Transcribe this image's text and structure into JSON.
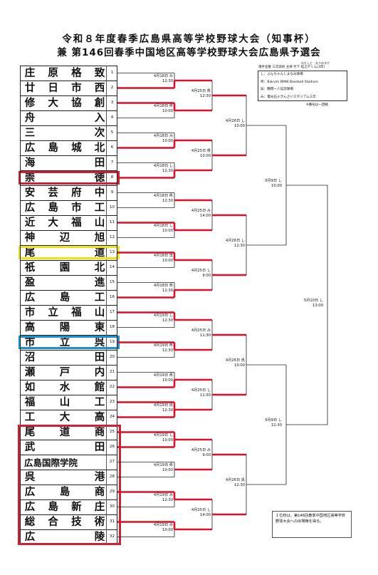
{
  "title_line1": "令和８年度春季広島県高等学校野球大会（知事杯）",
  "title_line2": "兼 第146回春季中国地区高等学校野球大会広島県予選会",
  "ruby": "わたしと　おうのすけ",
  "oath": "選手宣誓 三次高校 主将 竹下 桂之介くん(3年)",
  "legend": [
    "し：ぶんちゃんしまなみ球場",
    "県：Balcom BMW Baseball Stadium",
    "呉：鶴岡一人記念球場",
    "み：電光石火きんさいスタジアム三次"
  ],
  "seed_note": "※番号は一回戦",
  "note_text": "１位校は、第146回春季中国地区高等学校野球大会への出場権を得る。",
  "teams": [
    {
      "no": "1",
      "name": "庄原格致",
      "hl": ""
    },
    {
      "no": "2",
      "name": "廿日市西",
      "hl": ""
    },
    {
      "no": "3",
      "name": "修大協創",
      "hl": ""
    },
    {
      "no": "4",
      "name": "舟入",
      "hl": ""
    },
    {
      "no": "5",
      "name": "三次",
      "hl": ""
    },
    {
      "no": "6",
      "name": "広島城北",
      "hl": ""
    },
    {
      "no": "7",
      "name": "海田",
      "hl": ""
    },
    {
      "no": "8",
      "name": "崇徳",
      "hl": "#cc2233"
    },
    {
      "no": "9",
      "name": "安芸府中",
      "hl": ""
    },
    {
      "no": "10",
      "name": "広島市工",
      "hl": ""
    },
    {
      "no": "11",
      "name": "近大福山",
      "hl": ""
    },
    {
      "no": "12",
      "name": "神辺旭",
      "hl": ""
    },
    {
      "no": "13",
      "name": "尾道",
      "hl": "#f2e21c"
    },
    {
      "no": "14",
      "name": "祇園北",
      "hl": ""
    },
    {
      "no": "15",
      "name": "盈進",
      "hl": ""
    },
    {
      "no": "16",
      "name": "広島工",
      "hl": ""
    },
    {
      "no": "17",
      "name": "市立福山",
      "hl": ""
    },
    {
      "no": "18",
      "name": "高陽東",
      "hl": ""
    },
    {
      "no": "19",
      "name": "市立呉",
      "hl": "#1c8fcc"
    },
    {
      "no": "20",
      "name": "沼田",
      "hl": ""
    },
    {
      "no": "21",
      "name": "瀬戸内",
      "hl": ""
    },
    {
      "no": "22",
      "name": "如水館",
      "hl": ""
    },
    {
      "no": "23",
      "name": "福山工",
      "hl": ""
    },
    {
      "no": "24",
      "name": "工大高",
      "hl": ""
    },
    {
      "no": "25",
      "name": "尾道商",
      "hl": ""
    },
    {
      "no": "26",
      "name": "武田",
      "hl": ""
    },
    {
      "no": "27",
      "name": "広島国際学院",
      "hl": ""
    },
    {
      "no": "28",
      "name": "呉港",
      "hl": ""
    },
    {
      "no": "29",
      "name": "広島商",
      "hl": ""
    },
    {
      "no": "30",
      "name": "広島新庄",
      "hl": ""
    },
    {
      "no": "31",
      "name": "総合技術",
      "hl": ""
    },
    {
      "no": "32",
      "name": "広陵",
      "hl": ""
    }
  ],
  "winners": [
    2,
    3,
    6,
    8,
    11,
    13,
    16,
    17,
    19,
    22,
    23,
    24,
    25,
    26,
    29,
    31
  ],
  "r1": [
    {
      "d": "4月18日 み",
      "t": "12:30"
    },
    {
      "d": "4月18日 県",
      "t": "10:00"
    },
    {
      "d": "4月18日 み",
      "t": "10:00"
    },
    {
      "d": "4月18日 し",
      "t": "12:30"
    },
    {
      "d": "4月18日 県",
      "t": "12:30"
    },
    {
      "d": "4月18日 し",
      "t": "10:00"
    },
    {
      "d": "4月18日 呉",
      "t": "10:00"
    },
    {
      "d": "4月18日 県",
      "t": "12:30"
    },
    {
      "d": "4月19日 し",
      "t": "12:30"
    },
    {
      "d": "4月19日 県",
      "t": "12:30"
    },
    {
      "d": "4月19日 県",
      "t": "10:00"
    },
    {
      "d": "4月19日 呉",
      "t": "12:30"
    },
    {
      "d": "4月19日 し",
      "t": "10:00"
    },
    {
      "d": "4月19日 県",
      "t": "10:00"
    },
    {
      "d": "4月19日 み",
      "t": "12:30"
    },
    {
      "d": "4月19日 み",
      "t": "10:00"
    }
  ],
  "r2": [
    {
      "d": "4月25日 県",
      "t": "12:30"
    },
    {
      "d": "4月25日 県",
      "t": "10:00"
    },
    {
      "d": "4月25日 み",
      "t": "14:00"
    },
    {
      "d": "4月25日 し",
      "t": "9:00"
    },
    {
      "d": "4月25日 み",
      "t": "11:30"
    },
    {
      "d": "4月25日 し",
      "t": "11:30"
    },
    {
      "d": "4月25日 み",
      "t": "9:00"
    },
    {
      "d": "4月25日 し",
      "t": "14:00"
    }
  ],
  "r3": [
    {
      "d": "4月26日 し",
      "t": "10:00"
    },
    {
      "d": "4月26日 し",
      "t": "12:30"
    },
    {
      "d": "4月26日 呉",
      "t": "10:00"
    },
    {
      "d": "4月26日 呉",
      "t": "12:30"
    }
  ],
  "sf": [
    {
      "d": "5月9日 し",
      "t": "10:00"
    },
    {
      "d": "5月9日 し",
      "t": "12:30"
    }
  ],
  "final": {
    "d": "5月10日 し",
    "t": "13:00"
  },
  "colors": {
    "win": "#d9102a",
    "line": "#222222",
    "red_box": "#cc2233"
  }
}
